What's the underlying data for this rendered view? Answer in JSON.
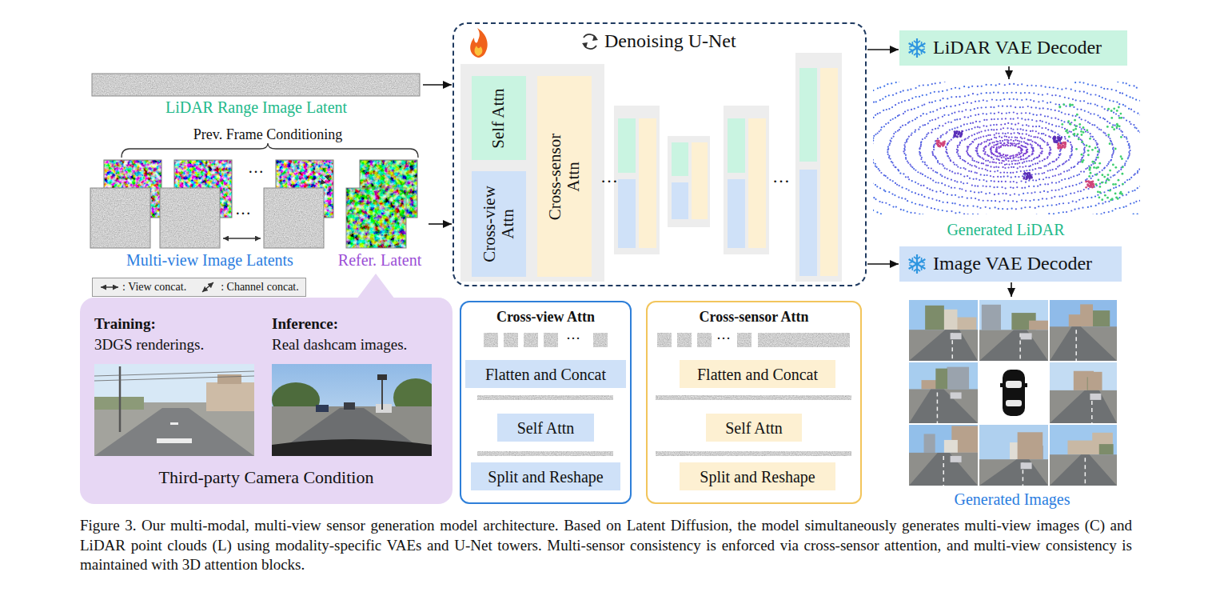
{
  "diagram": {
    "caption": "Figure 3. Our multi-modal, multi-view sensor generation model architecture. Based on Latent Diffusion, the model simultaneously generates multi-view images (C) and LiDAR point clouds (L) using modality-specific VAEs and U-Net towers. Multi-sensor consistency is enforced via cross-sensor attention, and multi-view consistency is maintained with 3D attention blocks.",
    "nodes": [
      {
        "text": [
          "LiDAR Range Image Latent"
        ]
      },
      {
        "text": [
          "Multi-view Image Latents"
        ]
      },
      {
        "text": [
          "Refer. Latent"
        ]
      },
      {
        "text": [
          "Training:",
          "3DGS renderings.",
          "Inference:",
          "Real dashcam images.",
          "Third-party Camera Condition"
        ]
      },
      {
        "text": [
          "Denoising U-Net"
        ]
      },
      {
        "text": [
          "Self Attn"
        ],
        "in": 4
      },
      {
        "text": [
          "Cross-view Attn"
        ],
        "in": 4
      },
      {
        "text": [
          "Cross-sensor Attn"
        ],
        "in": 4
      },
      {
        "text": [
          "LiDAR VAE Decoder"
        ]
      },
      {
        "text": [
          "Generated LiDAR"
        ]
      },
      {
        "text": [
          "Image VAE Decoder"
        ]
      },
      {
        "text": [
          "Cross-view Attn"
        ]
      },
      {
        "text": [
          "Flatten and Concat"
        ],
        "in": 11
      },
      {
        "text": [
          "Self Attn"
        ],
        "in": 11
      },
      {
        "text": [
          "Split and Reshape"
        ],
        "in": 11
      },
      {
        "text": [
          "Cross-sensor Attn"
        ]
      },
      {
        "text": [
          "Flatten and Concat"
        ],
        "in": 15
      },
      {
        "text": [
          "Self Attn"
        ],
        "in": 15
      },
      {
        "text": [
          "Split and Reshape"
        ],
        "in": 15
      },
      {
        "text": [
          "Generated Images"
        ]
      }
    ],
    "edges": [
      {
        "from": 0,
        "to": 4,
        "arrow": "to"
      },
      {
        "from": 2,
        "to": 4,
        "arrow": "to"
      },
      {
        "from": 4,
        "to": 8,
        "arrow": "to"
      },
      {
        "from": 4,
        "to": 10,
        "arrow": "to"
      },
      {
        "from": 8,
        "to": 9,
        "arrow": "to"
      },
      {
        "from": 10,
        "to": 19,
        "arrow": "to"
      }
    ],
    "labels": [
      "Prev. Frame Conditioning",
      "…",
      "…",
      "…",
      "…",
      "…",
      "…"
    ],
    "legend": [
      {
        "text": ": View concat."
      },
      {
        "text": ": Channel concat."
      }
    ]
  }
}
